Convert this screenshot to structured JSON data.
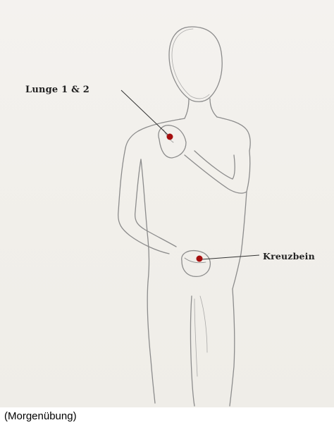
{
  "points": [
    {
      "id": "lunge",
      "label": "Lunge 1 & 2",
      "color": "#a50f0f"
    },
    {
      "id": "kreuzbein",
      "label": "Kreuzbein",
      "color": "#a50f0f"
    }
  ],
  "caption": "(Morgenübung)",
  "colors": {
    "paper": "#f2f0ec",
    "pencil": "#8a8a8a",
    "pointer": "#333333",
    "dot": "#a50f0f"
  }
}
